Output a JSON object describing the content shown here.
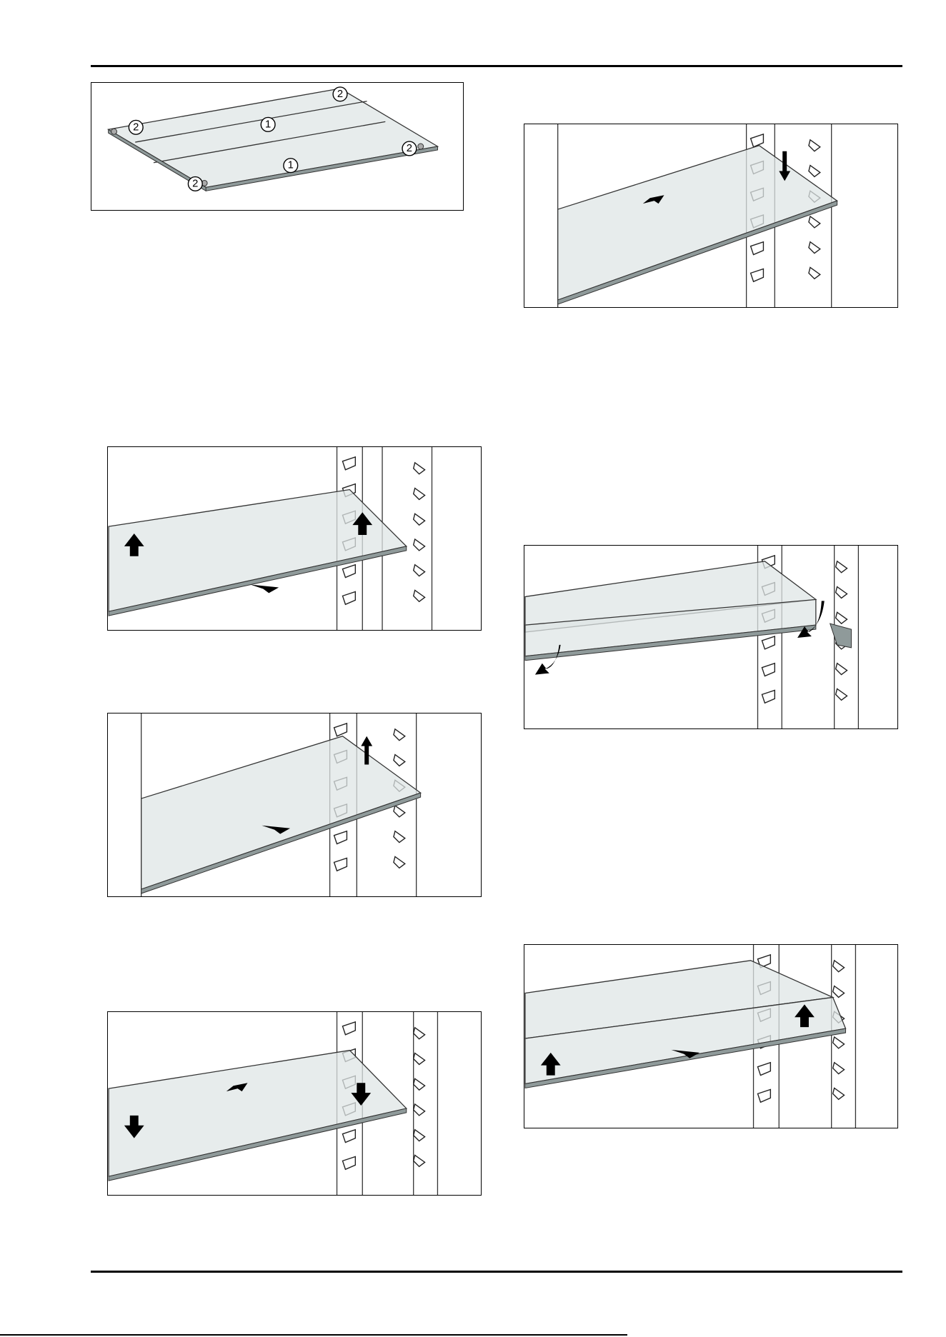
{
  "figures": [
    {
      "id": "shelf-components",
      "callouts": [
        "1",
        "2"
      ]
    },
    {
      "id": "step-lift-shelf"
    },
    {
      "id": "step-remove-shelf"
    },
    {
      "id": "step-insert-shelf-right"
    },
    {
      "id": "step-insert-shelf-left"
    },
    {
      "id": "step-unfold-shelf"
    },
    {
      "id": "step-lift-split-shelf"
    }
  ]
}
